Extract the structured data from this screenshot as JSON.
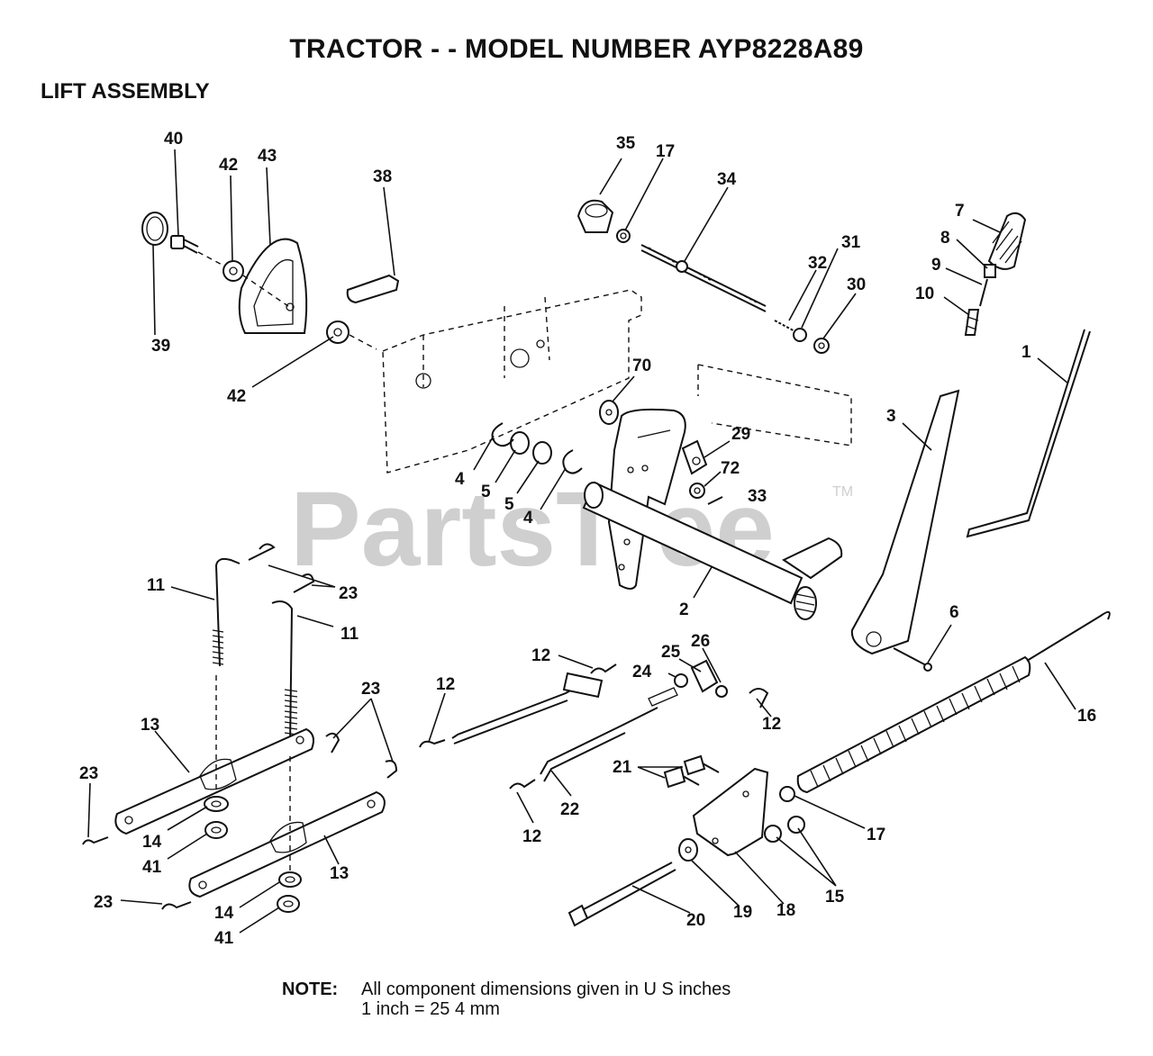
{
  "title": "TRACTOR - - MODEL NUMBER AYP8228A89",
  "section": "LIFT ASSEMBLY",
  "watermark": {
    "text": "PartsTree",
    "trademark": "TM"
  },
  "note": {
    "label": "NOTE:",
    "line1": "All component dimensions given in U S  inches",
    "line2": "1 inch = 25 4 mm"
  },
  "callouts": {
    "c40": "40",
    "c42a": "42",
    "c43": "43",
    "c38": "38",
    "c39": "39",
    "c42b": "42",
    "c35": "35",
    "c17a": "17",
    "c34": "34",
    "c31": "31",
    "c32": "32",
    "c30": "30",
    "c7": "7",
    "c8": "8",
    "c9": "9",
    "c10": "10",
    "c1": "1",
    "c3": "3",
    "c70": "70",
    "c29": "29",
    "c72": "72",
    "c33": "33",
    "c4a": "4",
    "c5a": "5",
    "c5b": "5",
    "c4b": "4",
    "c2": "2",
    "c6": "6",
    "c11a": "11",
    "c23a": "23",
    "c11b": "11",
    "c23b": "23",
    "c13a": "13",
    "c23c": "23",
    "c14a": "14",
    "c41a": "41",
    "c13b": "13",
    "c23d": "23",
    "c14b": "14",
    "c41b": "41",
    "c12a": "12",
    "c12b": "12",
    "c25": "25",
    "c26": "26",
    "c24": "24",
    "c12c": "12",
    "c16": "16",
    "c21": "21",
    "c22": "22",
    "c12d": "12",
    "c17b": "17",
    "c15": "15",
    "c19": "19",
    "c18": "18",
    "c20": "20"
  }
}
